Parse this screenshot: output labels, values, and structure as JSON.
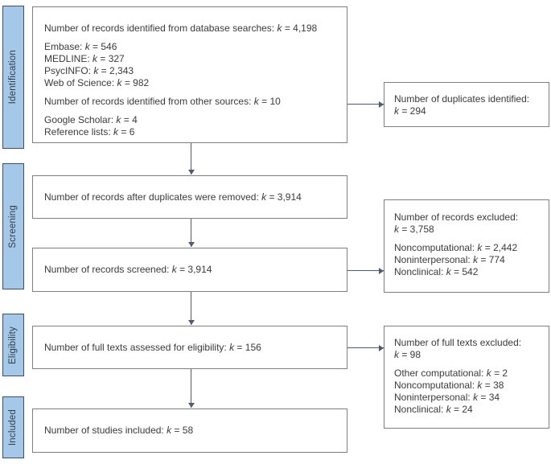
{
  "colors": {
    "background": "#ffffff",
    "stage_fill": "#a6c8e8",
    "stage_border": "#3f4f61",
    "stage_text": "#2e3b4b",
    "box_border": "#7d7f83",
    "box_text": "#3a3a3a",
    "arrow": "#4c5b6e"
  },
  "stages": [
    {
      "label": "Identification"
    },
    {
      "label": "Screening"
    },
    {
      "label": "Eligibility"
    },
    {
      "label": "Included"
    }
  ],
  "main_boxes": [
    {
      "name": "records-identified",
      "paragraphs": [
        [
          "Number of records identified from database searches: k = 4,198"
        ],
        [
          "Embase: k = 546",
          "MEDLINE: k = 327",
          "PsycINFO: k = 2,343",
          "Web of Science: k = 982"
        ],
        [
          "Number of records identified from other sources: k = 10"
        ],
        [
          "Google Scholar: k = 4",
          "Reference lists: k = 6"
        ]
      ]
    },
    {
      "name": "records-after-duplicates-removed",
      "paragraphs": [
        [
          "Number of records after duplicates were removed: k = 3,914"
        ]
      ]
    },
    {
      "name": "records-screened",
      "paragraphs": [
        [
          "Number of records screened: k = 3,914"
        ]
      ]
    },
    {
      "name": "full-texts-assessed",
      "paragraphs": [
        [
          "Number of full texts assessed for eligibility: k = 156"
        ]
      ]
    },
    {
      "name": "studies-included",
      "paragraphs": [
        [
          "Number of studies included: k = 58"
        ]
      ]
    }
  ],
  "side_boxes": [
    {
      "name": "duplicates-identified",
      "paragraphs": [
        [
          "Number of duplicates identified:",
          "k = 294"
        ]
      ]
    },
    {
      "name": "records-excluded",
      "paragraphs": [
        [
          "Number of records excluded:",
          "k = 3,758"
        ],
        [
          "Noncomputational: k = 2,442",
          "Noninterpersonal: k = 774",
          "Nonclinical: k = 542"
        ]
      ]
    },
    {
      "name": "full-texts-excluded",
      "paragraphs": [
        [
          "Number of full texts excluded:",
          "k = 98"
        ],
        [
          "Other computational: k = 2",
          "Noncomputational: k = 38",
          "Noninterpersonal: k = 34",
          "Nonclinical: k = 24"
        ]
      ]
    }
  ]
}
